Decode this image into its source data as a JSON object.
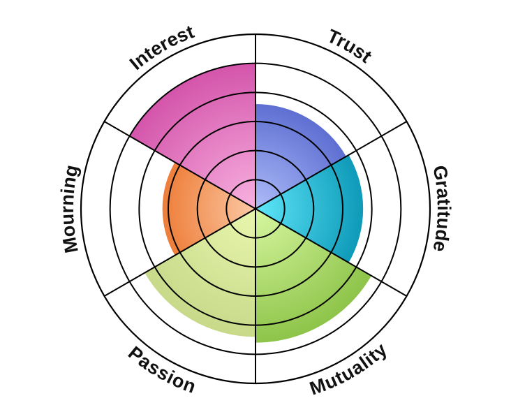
{
  "chart_data": {
    "type": "radial-bar",
    "categories": [
      "Interest",
      "Trust",
      "Gratitude",
      "Mutuality",
      "Passion",
      "Mourning"
    ],
    "values": [
      5,
      3.6,
      3.7,
      4.6,
      4.4,
      3.2
    ],
    "rmax": 6,
    "rings": [
      1,
      2,
      3,
      4,
      5,
      6
    ],
    "grid": true,
    "colors": [
      {
        "inner": "#f8b2e0",
        "outer": "#d455ab"
      },
      {
        "inner": "#aebcf8",
        "outer": "#5e6fd2"
      },
      {
        "inner": "#5fe6fa",
        "outer": "#0e9ab8"
      },
      {
        "inner": "#d7f7a0",
        "outer": "#8ec44a"
      },
      {
        "inner": "#e9f7ae",
        "outer": "#c8d98a"
      },
      {
        "inner": "#fbc9a5",
        "outer": "#ee7e3a"
      }
    ]
  }
}
